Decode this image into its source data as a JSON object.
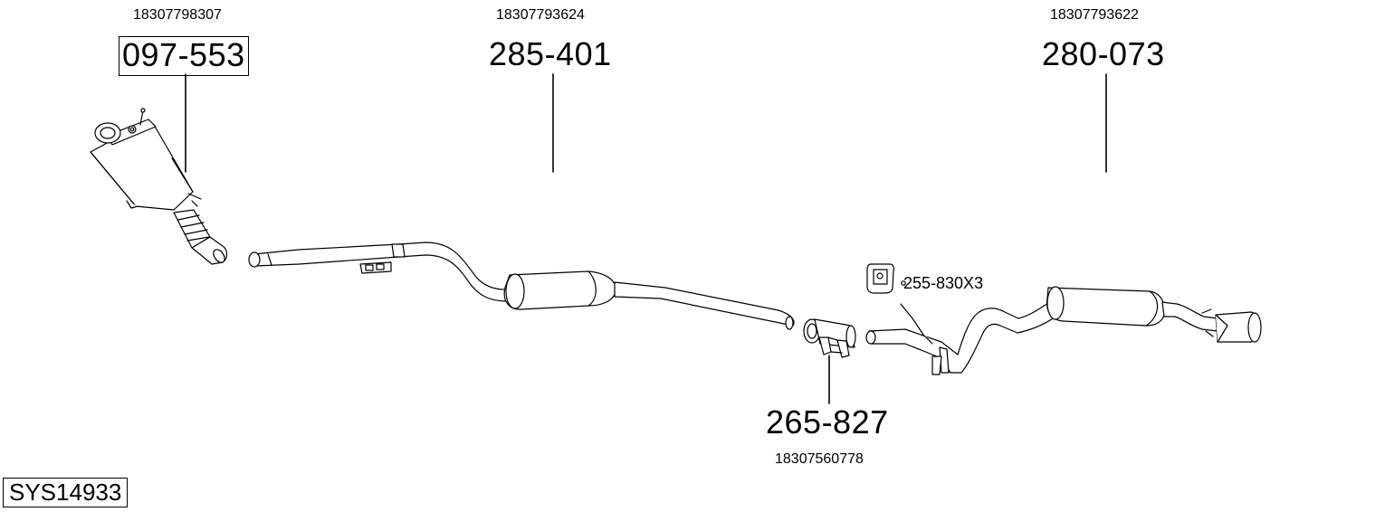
{
  "system_code": "SYS14933",
  "parts": [
    {
      "id": "dpf",
      "part_number": "097-553",
      "oe_number": "18307798307",
      "boxed": true
    },
    {
      "id": "middle-pipe",
      "part_number": "285-401",
      "oe_number": "18307793624",
      "boxed": false
    },
    {
      "id": "rear-silencer",
      "part_number": "280-073",
      "oe_number": "18307793622",
      "boxed": false
    },
    {
      "id": "clamp",
      "part_number": "265-827",
      "oe_number": "18307560778",
      "boxed": false
    }
  ],
  "accessory_label": "255-830X3"
}
